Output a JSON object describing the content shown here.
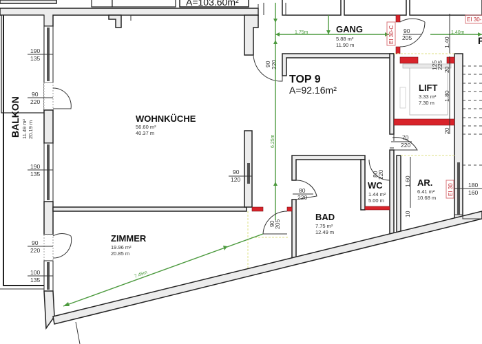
{
  "plan": {
    "unit": {
      "title": "TOP 9",
      "area": "A=92.16m²"
    },
    "neighbor_unit_area": "A=103.60m²",
    "rooms": [
      {
        "id": "wohnkueche",
        "name": "WOHNKÜCHE",
        "area": "56.60 m²",
        "perimeter": "40.37 m"
      },
      {
        "id": "zimmer",
        "name": "ZIMMER",
        "area": "19.96 m²",
        "perimeter": "20.85 m"
      },
      {
        "id": "balkon",
        "name": "BALKON",
        "area": "11.49 m²",
        "perimeter": "20.19 m"
      },
      {
        "id": "gang",
        "name": "GANG",
        "area": "5.88 m²",
        "perimeter": "11.90 m"
      },
      {
        "id": "lift",
        "name": "LIFT",
        "area": "3.33 m²",
        "perimeter": "7.30 m"
      },
      {
        "id": "bad",
        "name": "BAD",
        "area": "7.75 m²",
        "perimeter": "12.49 m"
      },
      {
        "id": "wc",
        "name": "WC",
        "area": "1.44 m²",
        "perimeter": "5.00 m"
      },
      {
        "id": "ar",
        "name": "AR.",
        "area": "6.41 m²",
        "perimeter": "10.68 m"
      }
    ],
    "openings": [
      {
        "id": "win-balkon-1",
        "width": "190",
        "height": "135"
      },
      {
        "id": "door-balkon",
        "width": "90",
        "height": "220"
      },
      {
        "id": "win-balkon-2",
        "width": "190",
        "height": "135"
      },
      {
        "id": "door-zimmer",
        "width": "90",
        "height": "220"
      },
      {
        "id": "win-zimmer",
        "width": "100",
        "height": "135"
      },
      {
        "id": "win-inner",
        "width": "90",
        "height": "120"
      },
      {
        "id": "door-entry",
        "width": "90",
        "height": "220"
      },
      {
        "id": "door-gang-lift",
        "width": "90",
        "height": "205"
      },
      {
        "id": "door-bad",
        "width": "80",
        "height": "220"
      },
      {
        "id": "door-zimmer-inner",
        "width": "90",
        "height": "205"
      },
      {
        "id": "door-wc",
        "width": "80",
        "height": "220"
      },
      {
        "id": "door-ar",
        "width": "70",
        "height": "220"
      },
      {
        "id": "win-ar",
        "width": "180",
        "height": "160"
      },
      {
        "id": "lift-door",
        "width": "125",
        "height": "225"
      }
    ],
    "dimensions": {
      "gang_left": "1.75m",
      "gang_right": "1.40m",
      "gang_vertical": "1.40",
      "corridor_vertical": "6.25m",
      "zimmer_diagonal": "7.45m",
      "lift_top": "20",
      "lift_height": "1.80",
      "lift_bottom": "20",
      "ar_height": "1.60",
      "ar_bottom": "10"
    },
    "fire_labels": {
      "gang_door": "EI 30-C",
      "top_right": "EI 30-",
      "ar_wall": "EI 30"
    },
    "partial_labels": {
      "right_edge_room": "P"
    }
  },
  "colors": {
    "wall_fill": "#ececec",
    "wall_stroke": "#222222",
    "dimension_green": "#4c9a3e",
    "fire_red": "#d8232a",
    "highlight_yellow": "#e3e59a"
  }
}
